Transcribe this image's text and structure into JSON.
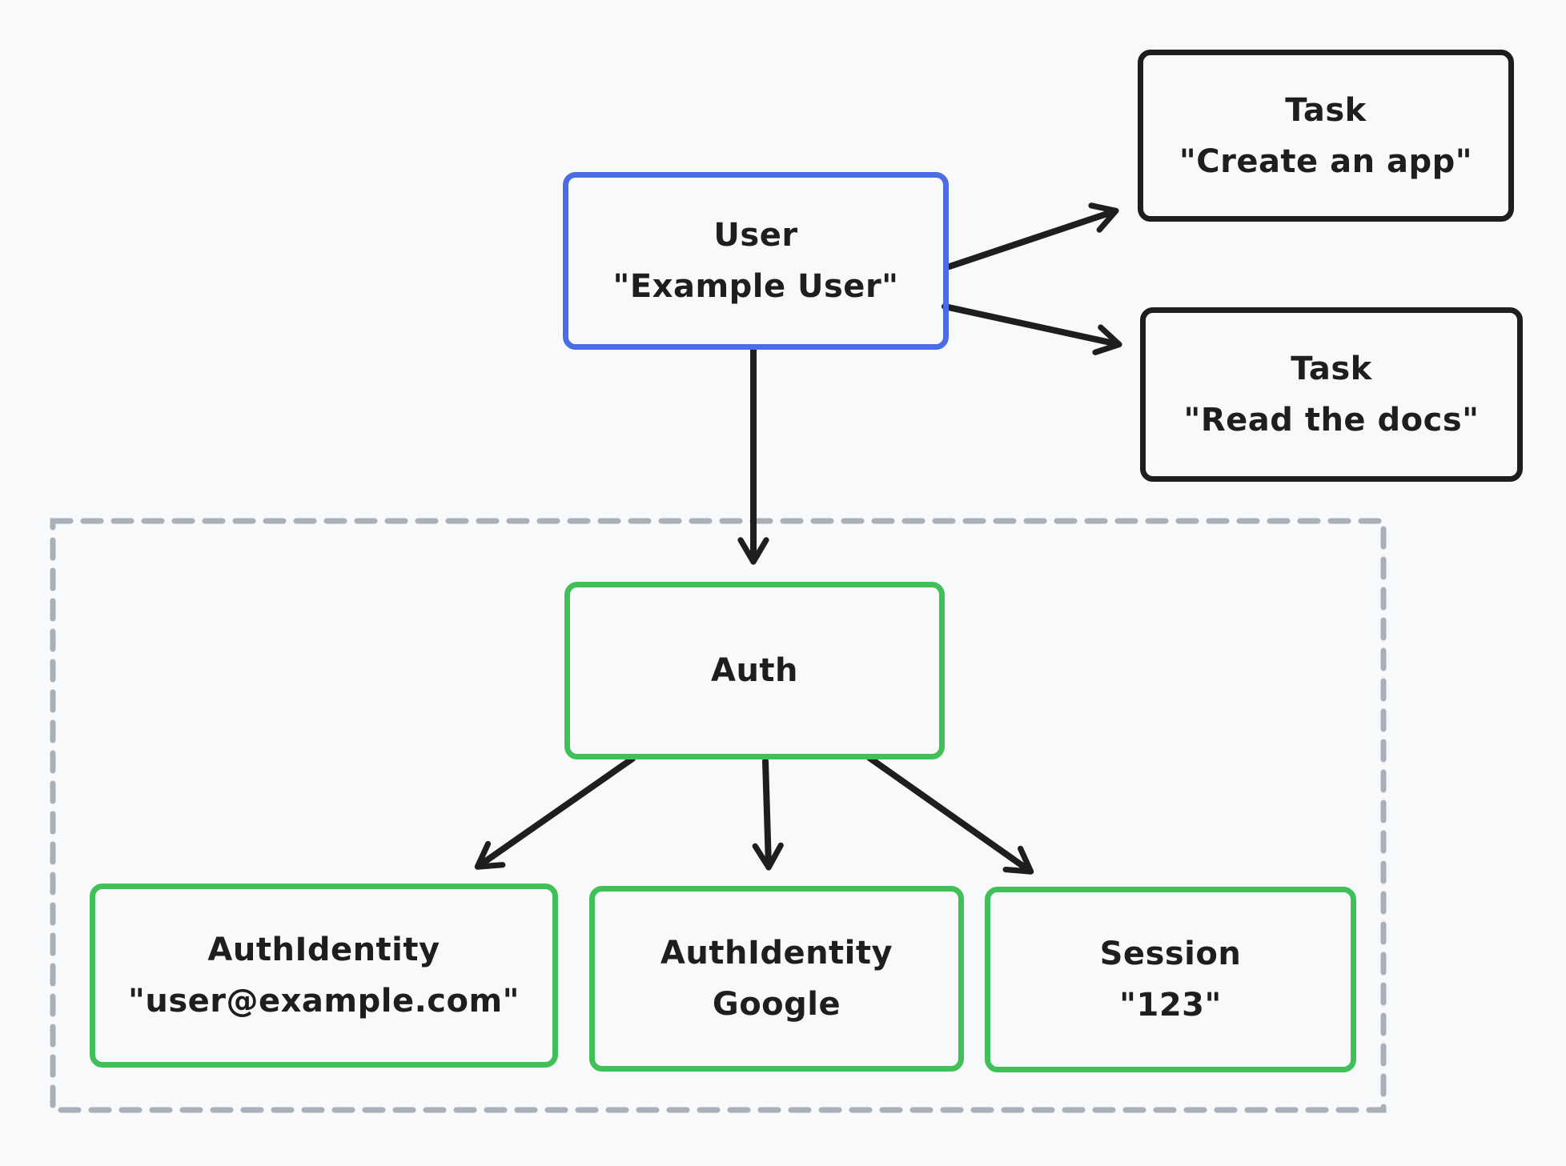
{
  "diagram": {
    "background_color": "#f8f9fb",
    "colors": {
      "user_border": "#4a6de5",
      "task_border": "#1e1e1e",
      "auth_border": "#40c057",
      "arrow": "#1e1e1e",
      "boundary_dash": "#a9b0ba",
      "text": "#1e1e1e"
    },
    "nodes": {
      "user": {
        "line1": "User",
        "line2": "\"Example User\""
      },
      "task_create": {
        "line1": "Task",
        "line2": "\"Create an app\""
      },
      "task_read": {
        "line1": "Task",
        "line2": "\"Read the docs\""
      },
      "auth": {
        "line1": "Auth"
      },
      "auth_identity_email": {
        "line1": "AuthIdentity",
        "line2": "\"user@example.com\""
      },
      "auth_identity_google": {
        "line1": "AuthIdentity",
        "line2": "Google"
      },
      "session": {
        "line1": "Session",
        "line2": "\"123\""
      }
    },
    "edges": [
      {
        "from": "user",
        "to": "task_create"
      },
      {
        "from": "user",
        "to": "task_read"
      },
      {
        "from": "user",
        "to": "auth"
      },
      {
        "from": "auth",
        "to": "auth_identity_email"
      },
      {
        "from": "auth",
        "to": "auth_identity_google"
      },
      {
        "from": "auth",
        "to": "session"
      }
    ]
  }
}
